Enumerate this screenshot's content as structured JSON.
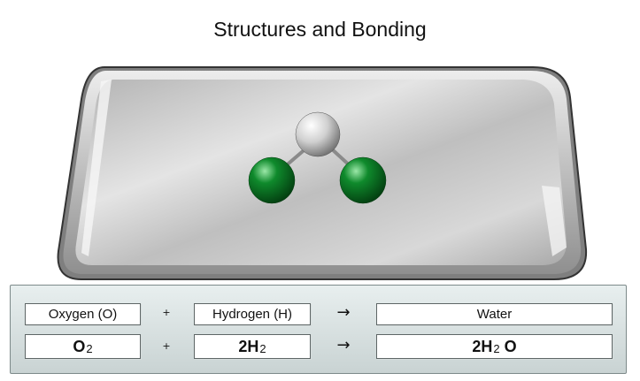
{
  "title": "Structures and Bonding",
  "colors": {
    "oxygen_atom": "#d2d2d2",
    "hydrogen_atom": "#0a7a26",
    "tray": "#c8c8c8",
    "panel": "#d6dede"
  },
  "molecule": {
    "center_atom": "oxygen",
    "outer_atoms": [
      "hydrogen",
      "hydrogen"
    ]
  },
  "equation": {
    "names": {
      "reactant1": "Oxygen (O)",
      "plus": "+",
      "reactant2": "Hydrogen (H)",
      "arrow": "→",
      "product": "Water"
    },
    "formulas": {
      "reactant1_main": "O",
      "reactant1_sub": "2",
      "plus": "+",
      "reactant2_main": "2H",
      "reactant2_sub": "2",
      "arrow": "→",
      "product_main": "2H",
      "product_sub": "2",
      "product_tail": " O"
    }
  }
}
